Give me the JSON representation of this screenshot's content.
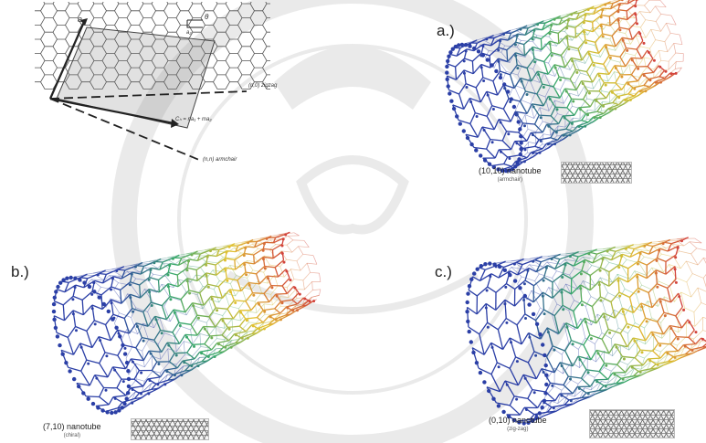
{
  "lattice": {
    "label_a": "a",
    "label_theta": "θ",
    "label_a2": "a₂",
    "label_zigzag": "(n,0) zigzag",
    "label_chiral": "Cₕ = na₁ + ma₂",
    "label_armchair": "(n,n) armchair"
  },
  "panels": [
    {
      "letter": "a.)",
      "name": "(10,10) nanotube",
      "type": "(armchair)"
    },
    {
      "letter": "b.)",
      "name": "(7,10) nanotube",
      "type": "(chiral)"
    },
    {
      "letter": "c.)",
      "name": "(0,10) nanotube",
      "type": "(zig-zag)"
    }
  ],
  "colors": {
    "blue": "#2b3fa6",
    "green": "#3aa86a",
    "yellow": "#e0c030",
    "red": "#d2433c",
    "watermark": "#d9d9d9"
  }
}
